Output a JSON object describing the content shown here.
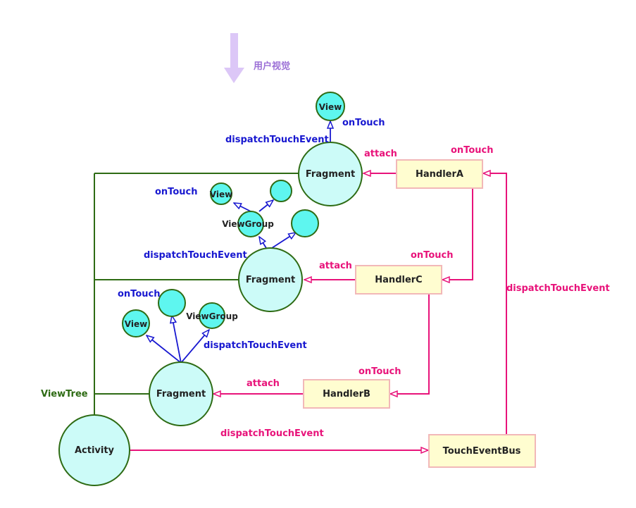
{
  "colors": {
    "tree_line": "#2e6b14",
    "node_fill_big": "#ccfbf8",
    "node_fill_small": "#5ef6ef",
    "handler_fill": "#fffdd0",
    "handler_border": "#f2b8b8",
    "pink": "#e8137a",
    "blue": "#1818d0",
    "purple": "#9b6fd6",
    "arrow_user": "#dcc7f7"
  },
  "user_view": {
    "label": "用户视觉"
  },
  "tree": {
    "label": "ViewTree"
  },
  "nodes": {
    "activity": "Activity",
    "fragment_a": "Fragment",
    "fragment_c": "Fragment",
    "fragment_b": "Fragment",
    "view_top": "View",
    "view_mid": "View",
    "viewgroup_mid": "ViewGroup",
    "view_low": "View",
    "viewgroup_low": "ViewGroup"
  },
  "handlers": {
    "a": "HandlerA",
    "c": "HandlerC",
    "b": "HandlerB",
    "bus": "TouchEventBus"
  },
  "labels": {
    "on_touch_top": "onTouch",
    "dispatch_top": "dispatchTouchEvent",
    "attach_a": "attach",
    "on_touch_a": "onTouch",
    "on_touch_mid": "onTouch",
    "dispatch_mid": "dispatchTouchEvent",
    "attach_c": "attach",
    "on_touch_c": "onTouch",
    "dispatch_bus_right": "dispatchTouchEvent",
    "on_touch_low": "onTouch",
    "dispatch_low": "dispatchTouchEvent",
    "on_touch_b": "onTouch",
    "attach_b": "attach",
    "dispatch_activity": "dispatchTouchEvent"
  }
}
